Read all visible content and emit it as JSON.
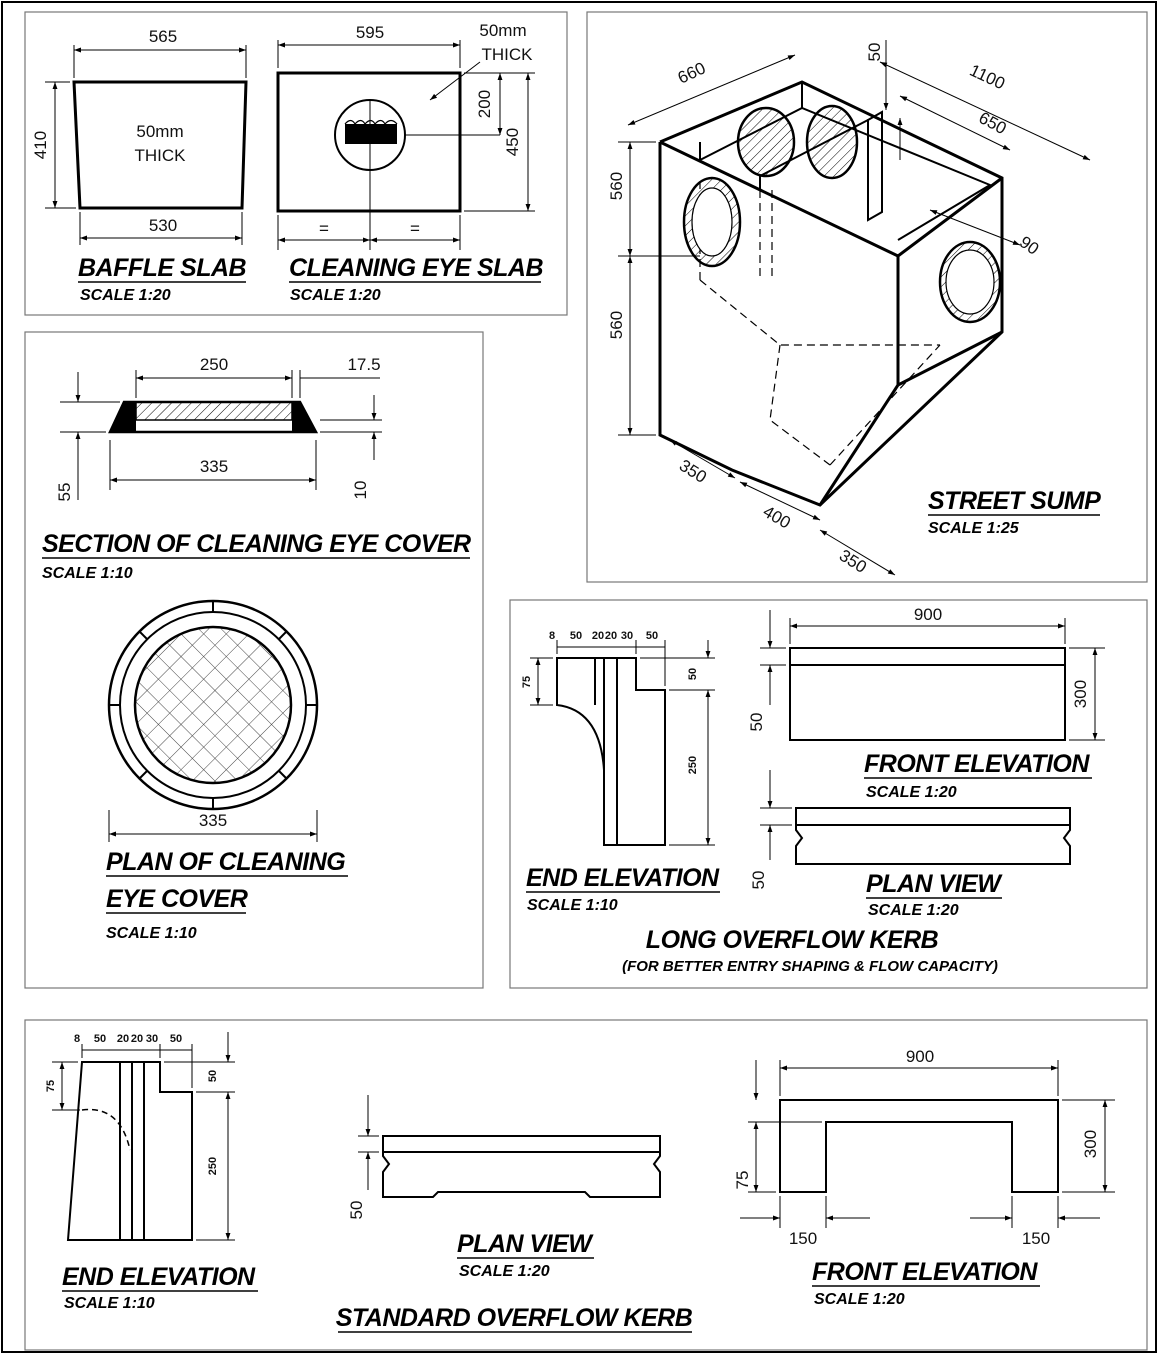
{
  "baffle_slab": {
    "title": "BAFFLE SLAB",
    "scale": "SCALE 1:20",
    "dim_top": "565",
    "dim_bottom": "530",
    "dim_height": "410",
    "note_line1": "50mm",
    "note_line2": "THICK"
  },
  "cleaning_eye_slab": {
    "title": "CLEANING EYE SLAB",
    "scale": "SCALE 1:20",
    "dim_width": "595",
    "dim_height": "450",
    "dim_offset": "200",
    "dim_equal_left": "=",
    "dim_equal_right": "=",
    "note_line1": "50mm",
    "note_line2": "THICK"
  },
  "street_sump": {
    "title": "STREET SUMP",
    "scale": "SCALE 1:25",
    "dim_660": "660",
    "dim_50": "50",
    "dim_1100": "1100",
    "dim_650": "650",
    "dim_90": "90",
    "dim_560_top": "560",
    "dim_560_bottom": "560",
    "dim_350_left": "350",
    "dim_400": "400",
    "dim_350_right": "350"
  },
  "eye_cover_section": {
    "title": "SECTION OF CLEANING EYE COVER",
    "scale": "SCALE 1:10",
    "dim_250": "250",
    "dim_17_5": "17.5",
    "dim_335": "335",
    "dim_55": "55",
    "dim_10": "10"
  },
  "eye_cover_plan": {
    "title_line1": "PLAN OF  CLEANING",
    "title_line2": "EYE COVER",
    "scale": "SCALE 1:10",
    "dim_335": "335"
  },
  "long_kerb": {
    "title": "LONG OVERFLOW KERB",
    "subtitle": "(FOR BETTER ENTRY SHAPING & FLOW CAPACITY)",
    "end_elevation": {
      "title": "END ELEVATION",
      "scale": "SCALE 1:10",
      "dims_top": [
        "8",
        "50",
        "20",
        "20",
        "30",
        "50"
      ],
      "dim_75": "75",
      "dim_50": "50",
      "dim_250": "250"
    },
    "front_elevation": {
      "title": "FRONT ELEVATION",
      "scale": "SCALE 1:20",
      "dim_900": "900",
      "dim_300": "300",
      "dim_50": "50"
    },
    "plan_view": {
      "title": "PLAN VIEW",
      "scale": "SCALE 1:20",
      "dim_50": "50"
    }
  },
  "standard_kerb": {
    "title": "STANDARD OVERFLOW KERB",
    "end_elevation": {
      "title": "END ELEVATION",
      "scale": "SCALE 1:10",
      "dims_top": [
        "8",
        "50",
        "20",
        "20",
        "30",
        "50"
      ],
      "dim_75": "75",
      "dim_50": "50",
      "dim_250": "250"
    },
    "plan_view": {
      "title": "PLAN VIEW",
      "scale": "SCALE 1:20",
      "dim_50": "50"
    },
    "front_elevation": {
      "title": "FRONT ELEVATION",
      "scale": "SCALE 1:20",
      "dim_900": "900",
      "dim_300": "300",
      "dim_75": "75",
      "dim_150_left": "150",
      "dim_150_right": "150"
    }
  }
}
